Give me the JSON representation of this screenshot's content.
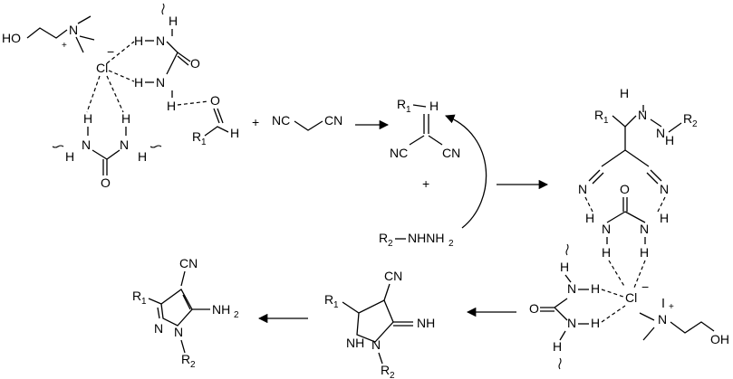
{
  "labels": {
    "choline_oh": "HO",
    "n": "N",
    "plus": "+",
    "minus": "−",
    "cl": "Cl",
    "h": "H",
    "o": "O",
    "r": "R",
    "sub1": "1",
    "sub2": "2",
    "cn": "CN",
    "nc": "NC",
    "nh": "NH",
    "nh2": "NH",
    "nhnh2": "NHNH",
    "plus_sign": "+",
    "oh": "OH"
  }
}
